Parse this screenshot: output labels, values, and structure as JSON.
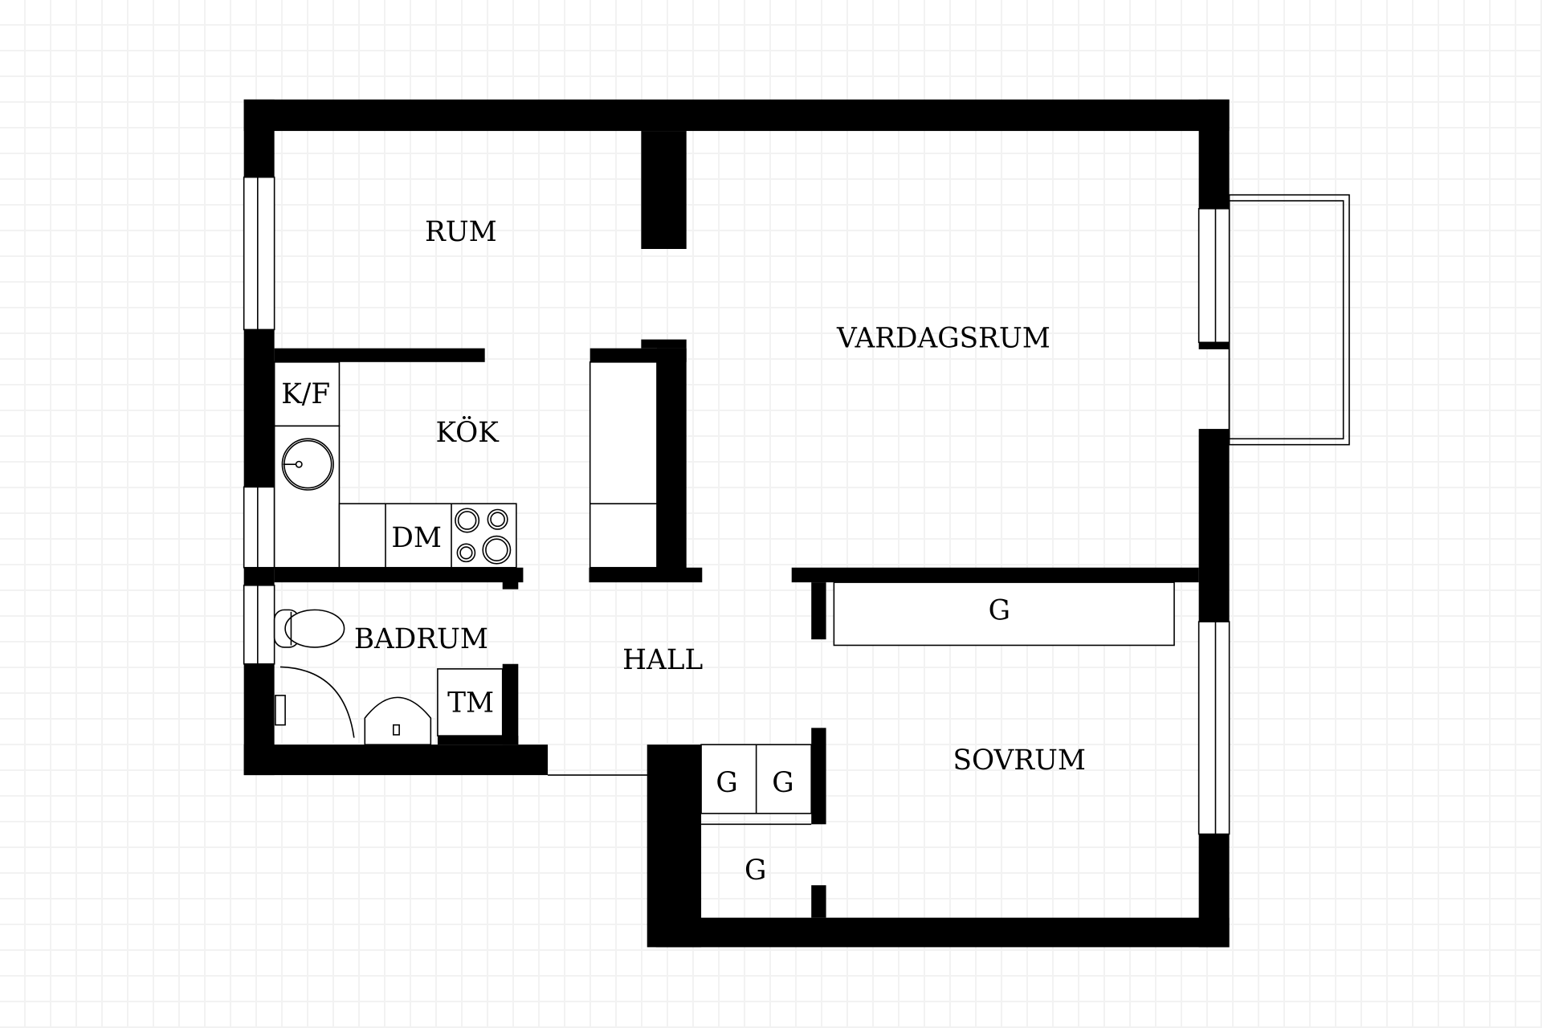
{
  "rooms": {
    "rum": "RUM",
    "vardagsrum": "VARDAGSRUM",
    "kok": "KÖK",
    "hall": "HALL",
    "badrum": "BADRUM",
    "sovrum": "SOVRUM"
  },
  "fixtures": {
    "kf": "K/F",
    "dm": "DM",
    "tm": "TM",
    "wardrobe_main": "G",
    "wardrobe_a": "G",
    "wardrobe_b": "G",
    "wardrobe_c": "G"
  }
}
